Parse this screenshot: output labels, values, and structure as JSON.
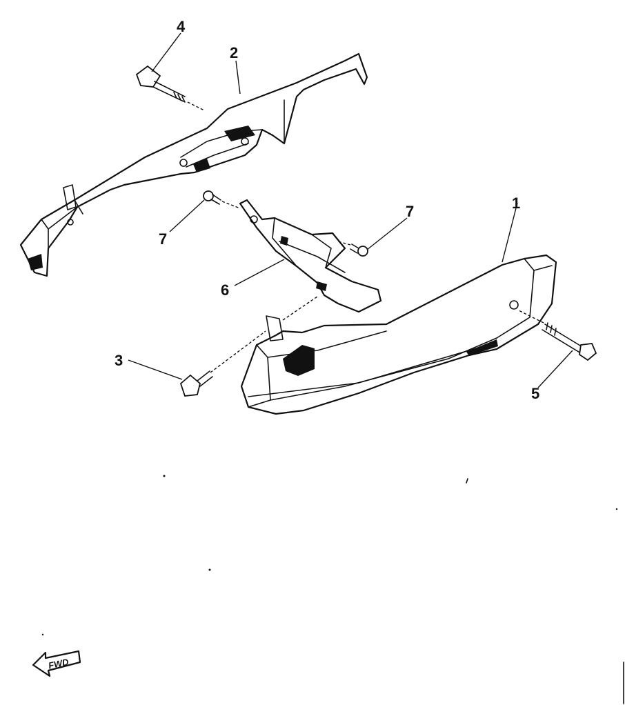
{
  "diagram": {
    "callouts": [
      {
        "id": "1",
        "label": "1"
      },
      {
        "id": "2",
        "label": "2"
      },
      {
        "id": "3",
        "label": "3"
      },
      {
        "id": "4",
        "label": "4"
      },
      {
        "id": "5",
        "label": "5"
      },
      {
        "id": "6",
        "label": "6"
      },
      {
        "id": "7a",
        "label": "7"
      },
      {
        "id": "7b",
        "label": "7"
      }
    ],
    "direction_marker": {
      "label": "FWD",
      "icon": "forward-arrow-icon"
    },
    "colors": {
      "line": "#111111",
      "background": "#ffffff"
    }
  }
}
